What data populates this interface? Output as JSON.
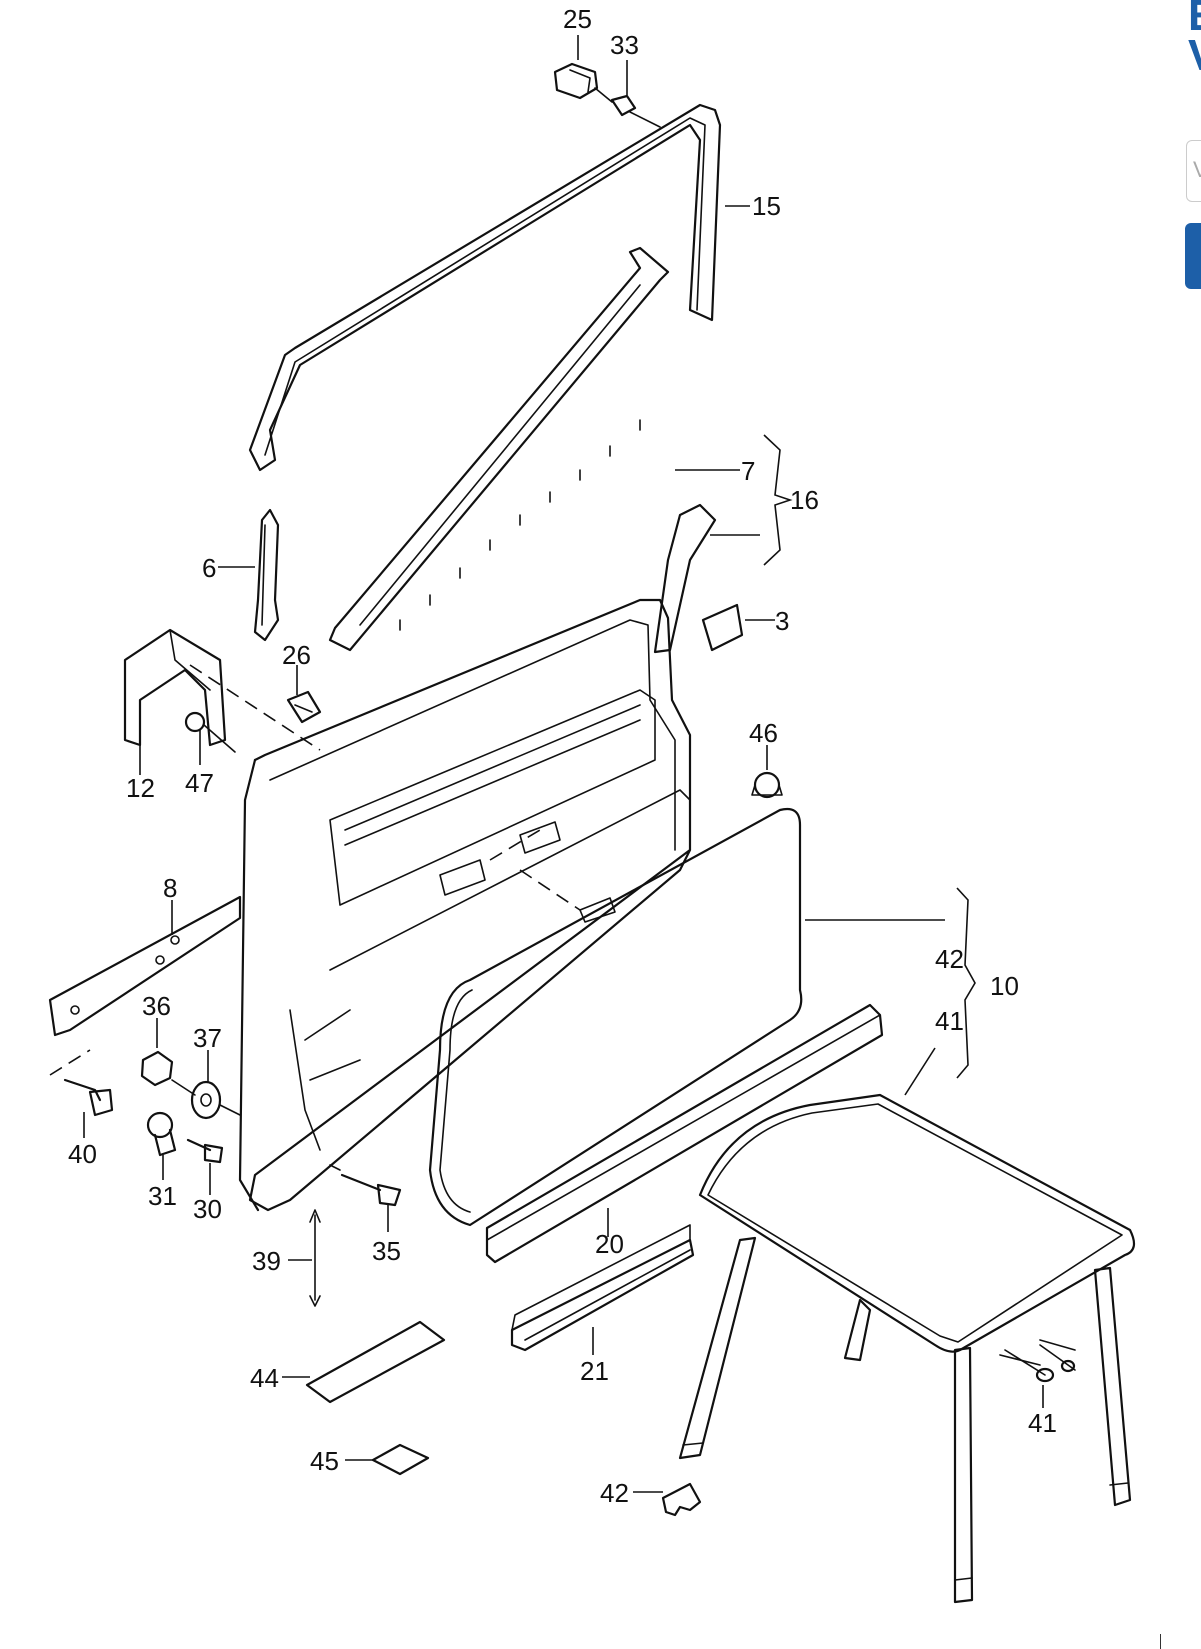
{
  "diagram": {
    "callouts": {
      "c25": "25",
      "c33": "33",
      "c15": "15",
      "c7": "7",
      "c16": "16",
      "c6": "6",
      "c3": "3",
      "c26": "26",
      "c12": "12",
      "c47": "47",
      "c46": "46",
      "c8": "8",
      "c42a": "42",
      "c10": "10",
      "c41a": "41",
      "c36": "36",
      "c37": "37",
      "c40": "40",
      "c31": "31",
      "c30": "30",
      "c35": "35",
      "c39": "39",
      "c20": "20",
      "c21": "21",
      "c44": "44",
      "c45": "45",
      "c42b": "42",
      "c41b": "41"
    }
  },
  "side_panel": {
    "title": "E\nV",
    "input_placeholder": "V",
    "accent_color": "#1d5fa8"
  }
}
